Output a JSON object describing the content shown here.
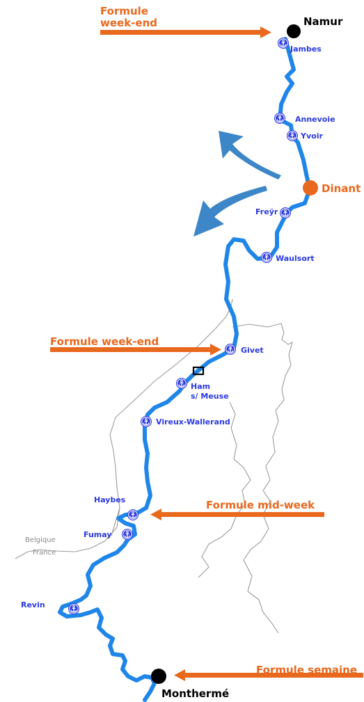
{
  "colors": {
    "river": "#1f86e8",
    "anchor": "#2b39e0",
    "formula": "#e8681e",
    "border": "#9a9a9a",
    "big_arrow": "#3d86c8"
  },
  "cities": {
    "namur": "Namur",
    "dinant": "Dinant",
    "monsterme": "Monthermé"
  },
  "stops": {
    "jambes": "Jambes",
    "annevoie": "Annevoie",
    "yvoir": "Yvoir",
    "freyr": "Freÿr",
    "waulsort": "Waulsort",
    "givet": "Givet",
    "ham_line1": "Ham",
    "ham_line2": "s/ Meuse",
    "vireux": "Vireux-Wallerand",
    "haybes": "Haybes",
    "fumay": "Fumay",
    "revin": "Revin"
  },
  "formulas": {
    "weekend_top_line1": "Formule",
    "weekend_top_line2": "week-end",
    "weekend_mid": "Formule week-end",
    "midweek": "Formule mid-week",
    "semaine": "Formule semaine"
  },
  "borders": {
    "belgique": "Belgique",
    "france": "France"
  },
  "icons": {
    "stop_marker": "anchor-icon"
  }
}
